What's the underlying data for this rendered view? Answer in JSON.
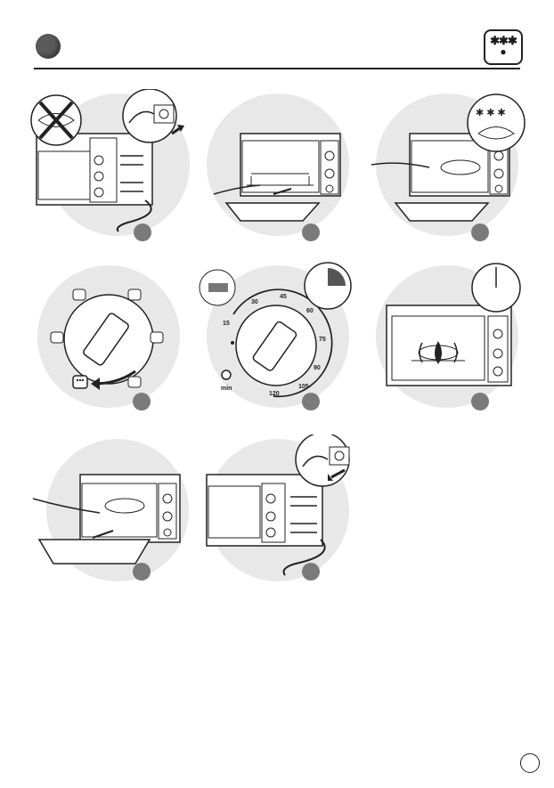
{
  "header": {
    "defrost_icon": "defrost-icon"
  },
  "steps": [
    {
      "id": 1,
      "icon": "unplug-cord-plug-in-icon"
    },
    {
      "id": 2,
      "icon": "insert-rack-icon"
    },
    {
      "id": 3,
      "icon": "place-frozen-food-icon"
    },
    {
      "id": 4,
      "icon": "select-defrost-mode-icon"
    },
    {
      "id": 5,
      "icon": "set-timer-icon"
    },
    {
      "id": 6,
      "icon": "oven-defrosting-icon"
    },
    {
      "id": 7,
      "icon": "remove-food-icon"
    },
    {
      "id": 8,
      "icon": "unplug-icon"
    }
  ],
  "timer_dial": {
    "labels": [
      "15",
      "30",
      "45",
      "60",
      "75",
      "90",
      "105",
      "120"
    ],
    "unit": "min"
  },
  "colors": {
    "circle_bg": "#e8e8e8",
    "badge": "#7a7a7a",
    "line": "#222222"
  }
}
